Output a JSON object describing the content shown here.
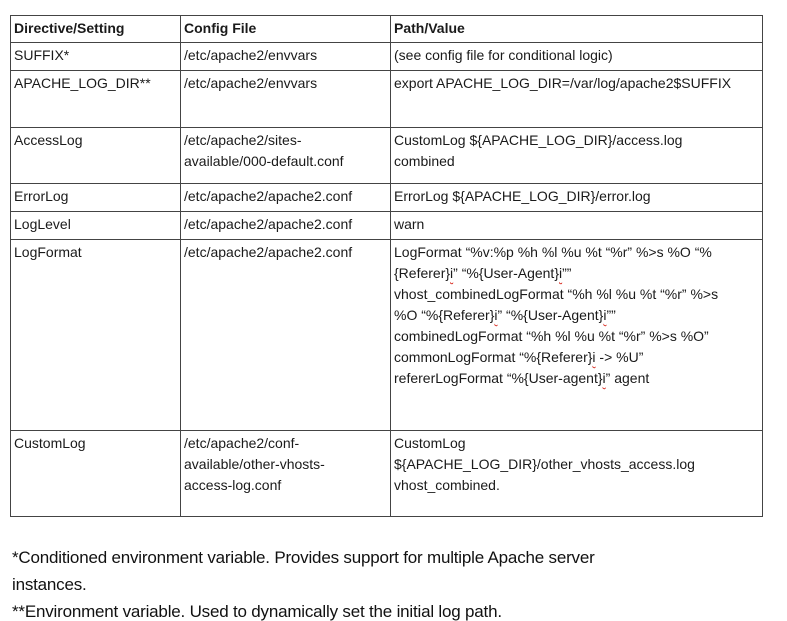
{
  "colors": {
    "background": "#ffffff",
    "text": "#1a1a1a",
    "table_border": "#444444",
    "spellcheck_underline": "#d93025"
  },
  "table": {
    "headers": [
      "Directive/Setting",
      "Config File",
      "Path/Value"
    ],
    "rows": [
      {
        "cells": [
          [
            "SUFFIX*"
          ],
          [
            "/etc/apache2/envvars"
          ],
          [
            "(see config file for conditional logic)"
          ]
        ]
      },
      {
        "cells": [
          [
            "APACHE_LOG_DIR**"
          ],
          [
            "/etc/apache2/envvars"
          ],
          [
            "export APACHE_LOG_DIR=/var/log/apache2$SUFFIX"
          ]
        ]
      },
      {
        "cells": [
          [
            "AccessLog"
          ],
          [
            "/etc/apache2/sites-available/000-default.conf"
          ],
          [
            "CustomLog ${APACHE_LOG_DIR}/access.log combined"
          ]
        ]
      },
      {
        "cells": [
          [
            "ErrorLog"
          ],
          [
            "/etc/apache2/apache2.conf"
          ],
          [
            "ErrorLog ${APACHE_LOG_DIR}/error.log"
          ]
        ]
      },
      {
        "cells": [
          [
            "LogLevel"
          ],
          [
            "/etc/apache2/apache2.conf"
          ],
          [
            "warn"
          ]
        ]
      },
      {
        "cells": [
          [
            "LogFormat"
          ],
          [
            "/etc/apache2/apache2.conf"
          ],
          [
            "LogFormat “%v:%p %h %l %u %t “%r” %>s %O “%{Referer}i” “%{User-Agent}i””",
            "vhost_combinedLogFormat “%h %l %u %t “%r” %>s %O “%{Referer}i” “%{User-Agent}i””",
            "combinedLogFormat “%h %l %u %t “%r” %>s %O”",
            "commonLogFormat “%{Referer}i -> %U”",
            "refererLogFormat “%{User-agent}i” agent"
          ]
        ]
      },
      {
        "cells": [
          [
            "CustomLog"
          ],
          [
            "/etc/apache2/conf-available/other-vhosts-access-log.conf"
          ],
          [
            "CustomLog ${APACHE_LOG_DIR}/other_vhosts_access.log vhost_combined."
          ]
        ]
      }
    ]
  },
  "footnotes": [
    "*Conditioned environment variable. Provides support for multiple Apache server instances.",
    "**Environment variable. Used to dynamically set the initial log path."
  ]
}
